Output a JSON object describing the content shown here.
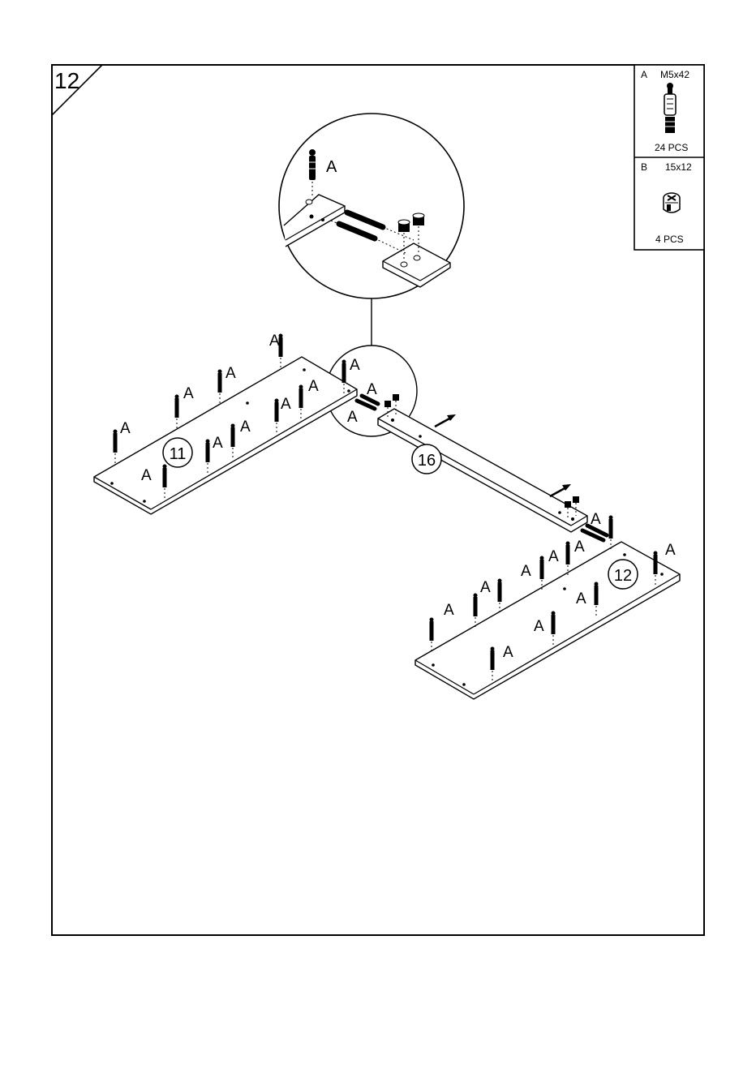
{
  "step": {
    "number": "12"
  },
  "parts": [
    {
      "letter": "A",
      "size": "M5x42",
      "quantity": "24  PCS",
      "icon": "cam-bolt-icon"
    },
    {
      "letter": "B",
      "size": "15x12",
      "quantity": "4 PCS",
      "icon": "cam-lock-icon"
    }
  ],
  "panels": {
    "left": "11",
    "middle": "16",
    "right": "12"
  },
  "fastener_label": "A"
}
